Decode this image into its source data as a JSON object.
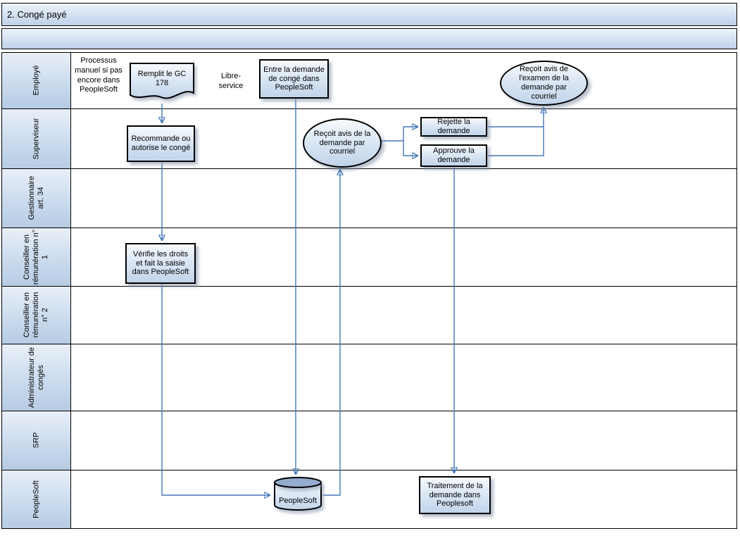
{
  "title": "2. Congé payé",
  "lanes": [
    {
      "label": "Employé"
    },
    {
      "label": "Superviseur"
    },
    {
      "label": "Gestionnaire art. 34"
    },
    {
      "label": "Conseiller en rémunération n° 1"
    },
    {
      "label": "Conseiller en rémunération n° 2"
    },
    {
      "label": "Administrateur de congés"
    },
    {
      "label": "SRP"
    },
    {
      "label": "PeopleSoft"
    }
  ],
  "notes": {
    "manual": "Processus manuel si pas encore dans PeopleSoft",
    "libre": "Libre-service"
  },
  "nodes": {
    "remplit": {
      "label": "Remplit le GC 178",
      "shape": "document"
    },
    "entre": {
      "label": "Entre la demande de congé dans PeopleSoft",
      "shape": "process"
    },
    "examen": {
      "label": "Reçoit avis de l'examen de la demande par courriel",
      "shape": "ellipse"
    },
    "recommande": {
      "label": "Recommande ou autorise le congé",
      "shape": "process"
    },
    "avis": {
      "label": "Reçoit avis de la demande par courriel",
      "shape": "ellipse"
    },
    "rejette": {
      "label": "Rejette la demande",
      "shape": "process"
    },
    "approuve": {
      "label": "Approuve la demande",
      "shape": "process"
    },
    "verifie": {
      "label": "Vérifie les droits et fait la saisie dans PeopleSoft",
      "shape": "process"
    },
    "db": {
      "label": "PeopleSoft",
      "shape": "database"
    },
    "traitement": {
      "label": "Traitement de la demande dans Peoplesoft",
      "shape": "process"
    }
  },
  "colors": {
    "connector": "#4576b5",
    "shape_border": "#000000",
    "band_fill_top": "#e9eff8",
    "band_fill_bottom": "#b7cbe4"
  }
}
